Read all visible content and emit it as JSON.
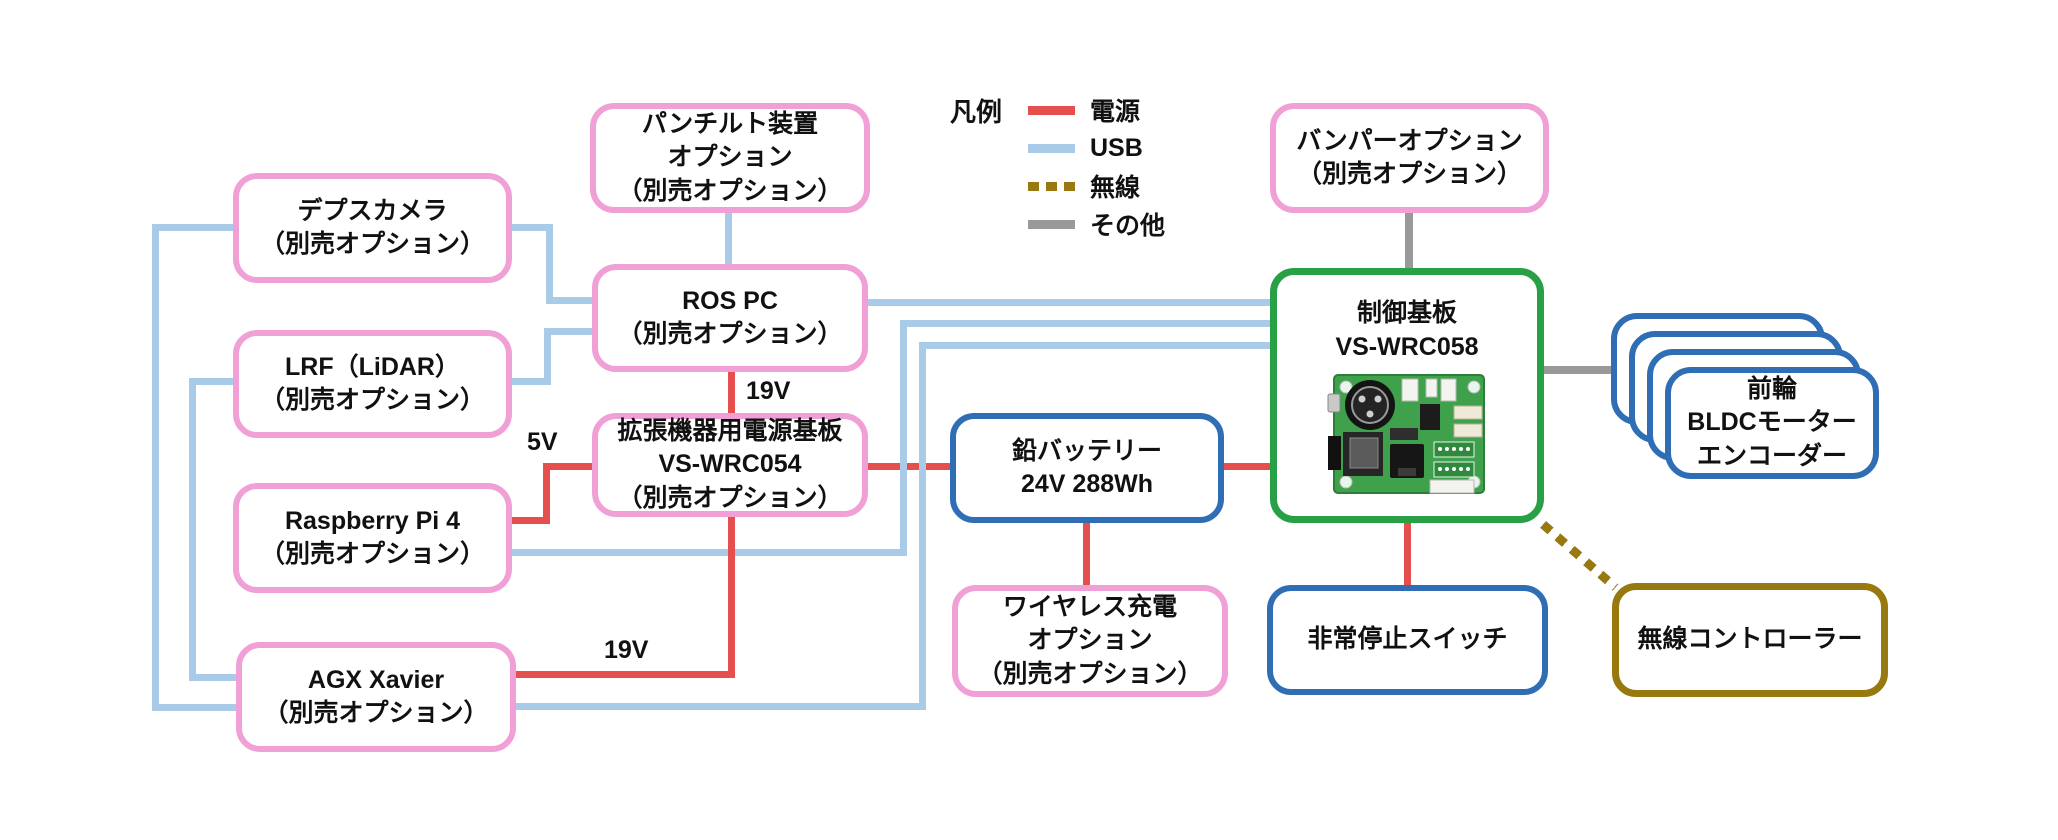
{
  "legend": {
    "title": "凡例",
    "items": [
      {
        "label": "電源",
        "color": "#e5504e",
        "style": "solid"
      },
      {
        "label": "USB",
        "color": "#a9cbe8",
        "style": "solid"
      },
      {
        "label": "無線",
        "color": "#97790f",
        "style": "dotted"
      },
      {
        "label": "その他",
        "color": "#999999",
        "style": "solid"
      }
    ]
  },
  "boxes": {
    "pan_tilt": {
      "lines": [
        "パンチルト装置",
        "オプション",
        "（別売オプション）"
      ]
    },
    "depth_camera": {
      "lines": [
        "デプスカメラ",
        "（別売オプション）"
      ]
    },
    "lrf": {
      "lines": [
        "LRF（LiDAR）",
        "（別売オプション）"
      ]
    },
    "raspberry_pi": {
      "lines": [
        "Raspberry Pi 4",
        "（別売オプション）"
      ]
    },
    "agx_xavier": {
      "lines": [
        "AGX Xavier",
        "（別売オプション）"
      ]
    },
    "ros_pc": {
      "lines": [
        "ROS PC",
        "（別売オプション）"
      ]
    },
    "power_board": {
      "lines": [
        "拡張機器用電源基板",
        "VS-WRC054",
        "（別売オプション）"
      ]
    },
    "battery": {
      "lines": [
        "鉛バッテリー",
        "24V 288Wh"
      ]
    },
    "wireless_charge": {
      "lines": [
        "ワイヤレス充電",
        "オプション",
        "（別売オプション）"
      ]
    },
    "bumper": {
      "lines": [
        "バンパーオプション",
        "（別売オプション）"
      ]
    },
    "control_board": {
      "lines": [
        "制御基板",
        "VS-WRC058"
      ]
    },
    "emergency_stop": {
      "lines": [
        "非常停止スイッチ"
      ]
    },
    "wireless_controller": {
      "lines": [
        "無線コントローラー"
      ]
    },
    "bldc_motor": {
      "lines": [
        "前輪",
        "BLDCモーター",
        "エンコーダー"
      ]
    }
  },
  "wire_labels": {
    "ros_pc_19v": "19V",
    "raspberry_pi_5v": "5V",
    "agx_19v": "19V"
  },
  "colors": {
    "option_pink": "#f0a0d7",
    "hardware_blue": "#2f6eb5",
    "control_green": "#28a046",
    "wireless_olive": "#97790f",
    "power_red": "#e5504e",
    "usb_blue": "#a9cbe8",
    "other_gray": "#999999"
  }
}
